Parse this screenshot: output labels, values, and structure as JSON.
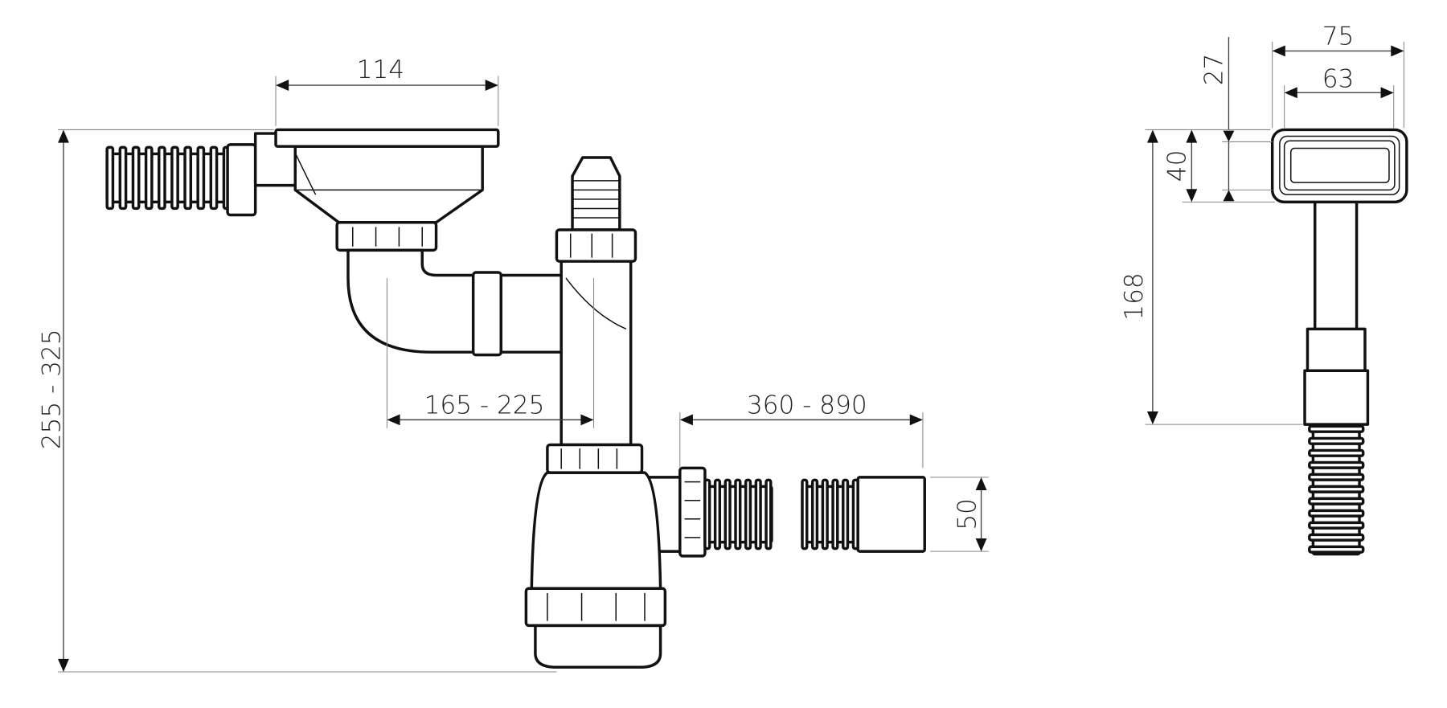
{
  "dimensions": {
    "sink_height_range": "255 - 325",
    "strainer_width": "114",
    "trap_offset_range": "165 - 225",
    "extension_range": "360 - 890",
    "outlet_diameter": "50",
    "overflow_outer_width": "75",
    "overflow_inner_width": "63",
    "overflow_offset": "27",
    "overflow_height": "40",
    "overflow_total_height": "168"
  }
}
